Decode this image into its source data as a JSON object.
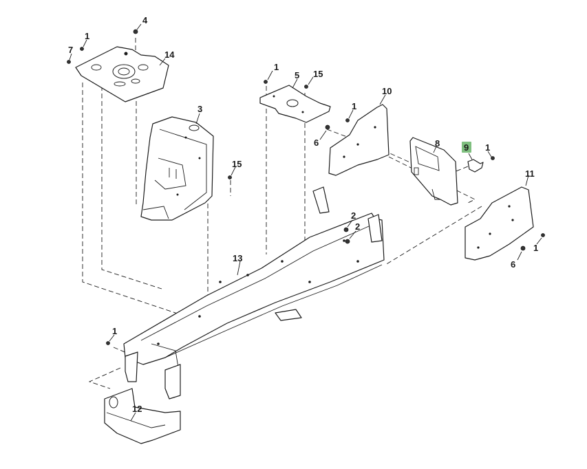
{
  "diagram": {
    "title": "Frame assembly parts diagram",
    "highlight_color": "#7fbf7f",
    "line_color": "#1a1a1a",
    "callouts": [
      {
        "id": "c4",
        "label": "4"
      },
      {
        "id": "c1a",
        "label": "1"
      },
      {
        "id": "c7",
        "label": "7"
      },
      {
        "id": "c14",
        "label": "14"
      },
      {
        "id": "c1b",
        "label": "1"
      },
      {
        "id": "c5",
        "label": "5"
      },
      {
        "id": "c15a",
        "label": "15"
      },
      {
        "id": "c10",
        "label": "10"
      },
      {
        "id": "c1c",
        "label": "1"
      },
      {
        "id": "c6a",
        "label": "6"
      },
      {
        "id": "c3",
        "label": "3"
      },
      {
        "id": "c15b",
        "label": "15"
      },
      {
        "id": "c8",
        "label": "8"
      },
      {
        "id": "c9",
        "label": "9",
        "highlighted": true
      },
      {
        "id": "c1d",
        "label": "1"
      },
      {
        "id": "c11",
        "label": "11"
      },
      {
        "id": "c2a",
        "label": "2"
      },
      {
        "id": "c2b",
        "label": "2"
      },
      {
        "id": "c1e",
        "label": "1"
      },
      {
        "id": "c6b",
        "label": "6"
      },
      {
        "id": "c13",
        "label": "13"
      },
      {
        "id": "c1f",
        "label": "1"
      },
      {
        "id": "c12",
        "label": "12"
      }
    ]
  }
}
